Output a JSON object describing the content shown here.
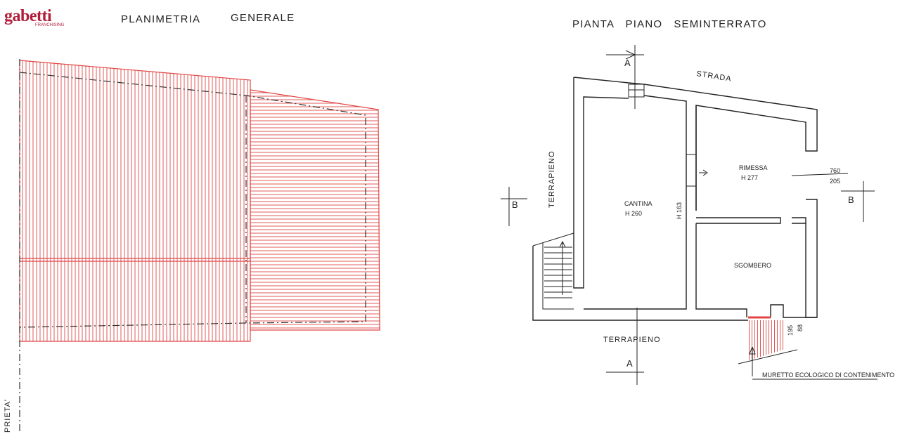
{
  "logo": {
    "name": "gabetti",
    "tagline": "FRANCHISING"
  },
  "left_plan": {
    "title_1": "PLANIMETRIA",
    "title_2": "GENERALE",
    "property_label": "PRIETA'"
  },
  "right_plan": {
    "title": "PIANTA   PIANO   SEMINTERRATO",
    "street": "STRADA",
    "embankment_left": "TERRAPIENO",
    "embankment_bottom": "TERRAPIENO",
    "section_a_top": "A",
    "section_a_bottom": "A",
    "section_b_left": "B",
    "section_b_right": "B",
    "rooms": [
      {
        "name": "CANTINA",
        "height": "H 260"
      },
      {
        "name": "RIMESSA",
        "height": "H 277"
      },
      {
        "name": "SGOMBERO",
        "height": ""
      }
    ],
    "door_height": "H 163",
    "dimension_top": "760",
    "dimension_bottom": "205",
    "dim_vertical_1": "195",
    "dim_vertical_2": "88",
    "wall_note": "MURETTO ECOLOGICO DI CONTENIMENTO"
  },
  "colors": {
    "brand": "#b01e3a",
    "hatch": "#e04646",
    "line": "#222222"
  }
}
